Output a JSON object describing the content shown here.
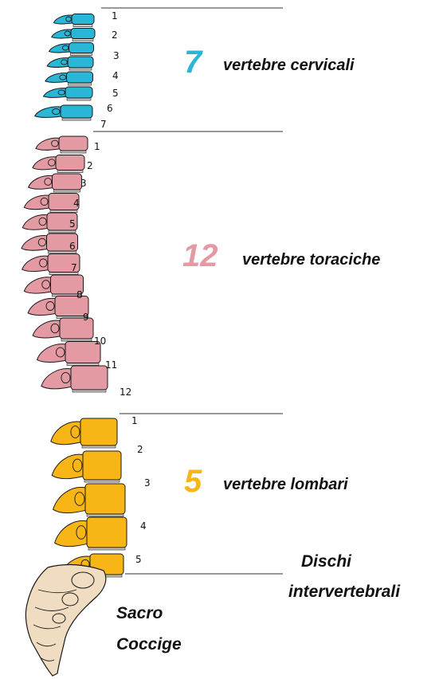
{
  "colors": {
    "cervical": "#2ab6d6",
    "thoracic": "#e39aa2",
    "lumbar": "#f8b516",
    "sacrum": "#f0dcc0",
    "disc": "#c8c8c8",
    "outline": "#1a1a1a"
  },
  "regions": {
    "cervical": {
      "count": "7",
      "label": "vertebre cervicali",
      "numbers": [
        "1",
        "2",
        "3",
        "4",
        "5",
        "6",
        "7"
      ]
    },
    "thoracic": {
      "count": "12",
      "label": "vertebre toraciche",
      "numbers": [
        "1",
        "2",
        "3",
        "4",
        "5",
        "6",
        "7",
        "8",
        "9",
        "10",
        "11",
        "12"
      ]
    },
    "lumbar": {
      "count": "5",
      "label": "vertebre lombari",
      "numbers": [
        "1",
        "2",
        "3",
        "4",
        "5"
      ]
    }
  },
  "annotations": {
    "discs_line1": "Dischi",
    "discs_line2": "intervertebrali",
    "sacrum": "Sacro",
    "coccyx": "Coccige"
  }
}
